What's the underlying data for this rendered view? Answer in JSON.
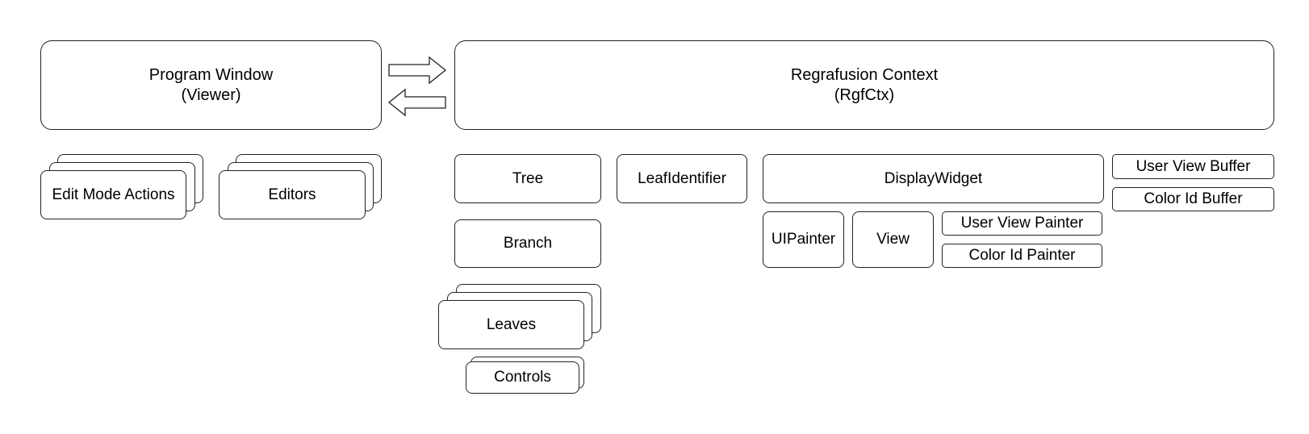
{
  "diagram": {
    "program_window": {
      "line1": "Program Window",
      "line2": "(Viewer)"
    },
    "regrafusion_context": {
      "line1": "Regrafusion Context",
      "line2": "(RgfCtx)"
    },
    "edit_mode_actions": "Edit Mode Actions",
    "editors": "Editors",
    "tree": "Tree",
    "leaf_identifier": "LeafIdentifier",
    "display_widget": "DisplayWidget",
    "user_view_buffer": "User View Buffer",
    "color_id_buffer": "Color Id Buffer",
    "branch": "Branch",
    "ui_painter": "UIPainter",
    "view": "View",
    "user_view_painter": "User View Painter",
    "color_id_painter": "Color Id Painter",
    "leaves": "Leaves",
    "controls": "Controls"
  }
}
